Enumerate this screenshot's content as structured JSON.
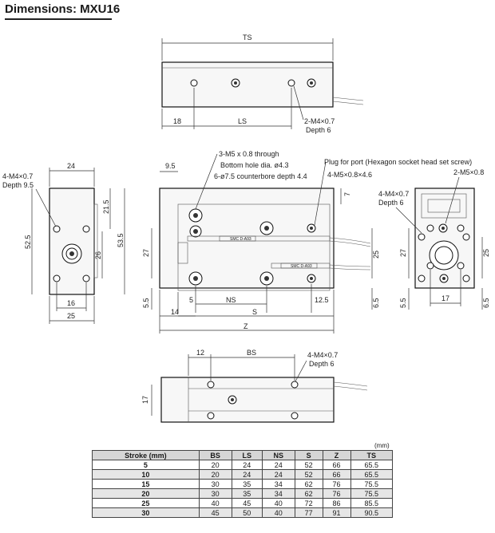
{
  "title": "Dimensions: MXU16",
  "labels": {
    "ts": "TS",
    "ls": "LS",
    "n18": "18",
    "top_callout": "2-M4×0.7",
    "top_callout_depth": "Depth 6",
    "n24": "24",
    "n95": "9.5",
    "left_callout": "4-M4×0.7",
    "left_callout_depth": "Depth 9.5",
    "n525": "52.5",
    "n215": "21.5",
    "n535": "53.5",
    "n26": "26",
    "n16": "16",
    "n25": "25",
    "n27": "27",
    "n5": "5",
    "n55": "5.5",
    "n14": "14",
    "ns": "NS",
    "s": "S",
    "z": "Z",
    "n125": "12.5",
    "n65": "6.5",
    "n7": "7",
    "n17": "17",
    "n12": "12",
    "bs": "BS",
    "through": "3-M5 x 0.8 through",
    "bottom_hole": "Bottom hole dia. ø4.3",
    "counterbore": "6-ø7.5 counterbore depth 4.4",
    "plug": "Plug for port (Hexagon socket head set screw)",
    "m5_46": "4-M5×0.8×4.6",
    "m5_2": "2-M5×0.8",
    "right_callout": "4-M4×0.7",
    "right_callout_depth": "Depth 6",
    "bottom_callout": "4-M4×0.7",
    "bottom_callout_depth": "Depth 6",
    "sensor_mark": "SMC D-A93"
  },
  "table": {
    "unit": "(mm)",
    "headers": [
      "Stroke (mm)",
      "BS",
      "LS",
      "NS",
      "S",
      "Z",
      "TS"
    ],
    "rows": [
      [
        "5",
        "20",
        "24",
        "24",
        "52",
        "66",
        "65.5"
      ],
      [
        "10",
        "20",
        "24",
        "24",
        "52",
        "66",
        "65.5"
      ],
      [
        "15",
        "30",
        "35",
        "34",
        "62",
        "76",
        "75.5"
      ],
      [
        "20",
        "30",
        "35",
        "34",
        "62",
        "76",
        "75.5"
      ],
      [
        "25",
        "40",
        "45",
        "40",
        "72",
        "86",
        "85.5"
      ],
      [
        "30",
        "45",
        "50",
        "40",
        "77",
        "91",
        "90.5"
      ]
    ]
  }
}
